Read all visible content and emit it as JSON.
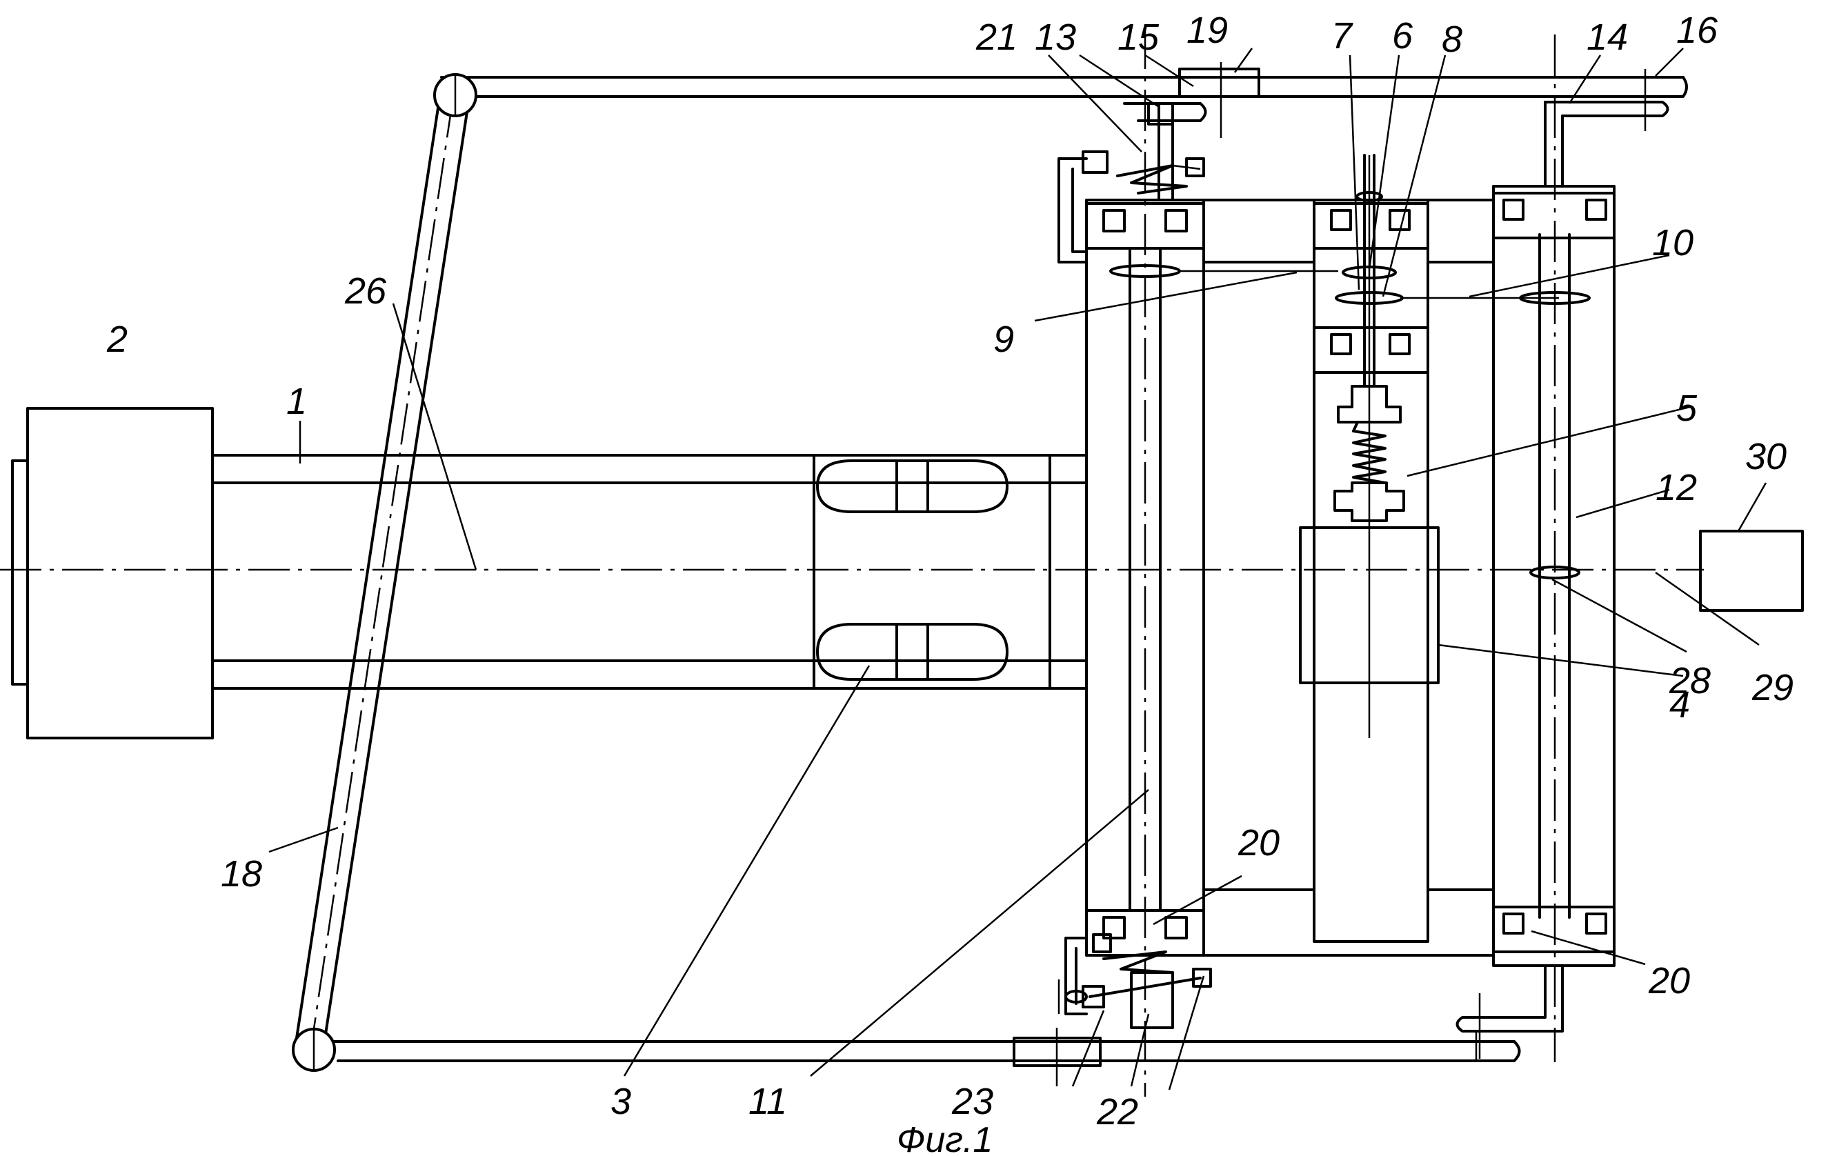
{
  "labels": {
    "l1": "1",
    "l2": "2",
    "l3": "3",
    "l4": "4",
    "l5": "5",
    "l6": "6",
    "l7": "7",
    "l8": "8",
    "l9": "9",
    "l10": "10",
    "l11": "11",
    "l12": "12",
    "l13": "13",
    "l14": "14",
    "l15": "15",
    "l16": "16",
    "l18": "18",
    "l19": "19",
    "l20a": "20",
    "l20b": "20",
    "l21": "21",
    "l22": "22",
    "l23": "23",
    "l26": "26",
    "l28": "28",
    "l29": "29",
    "l30": "30"
  },
  "caption": "Фиг.1"
}
